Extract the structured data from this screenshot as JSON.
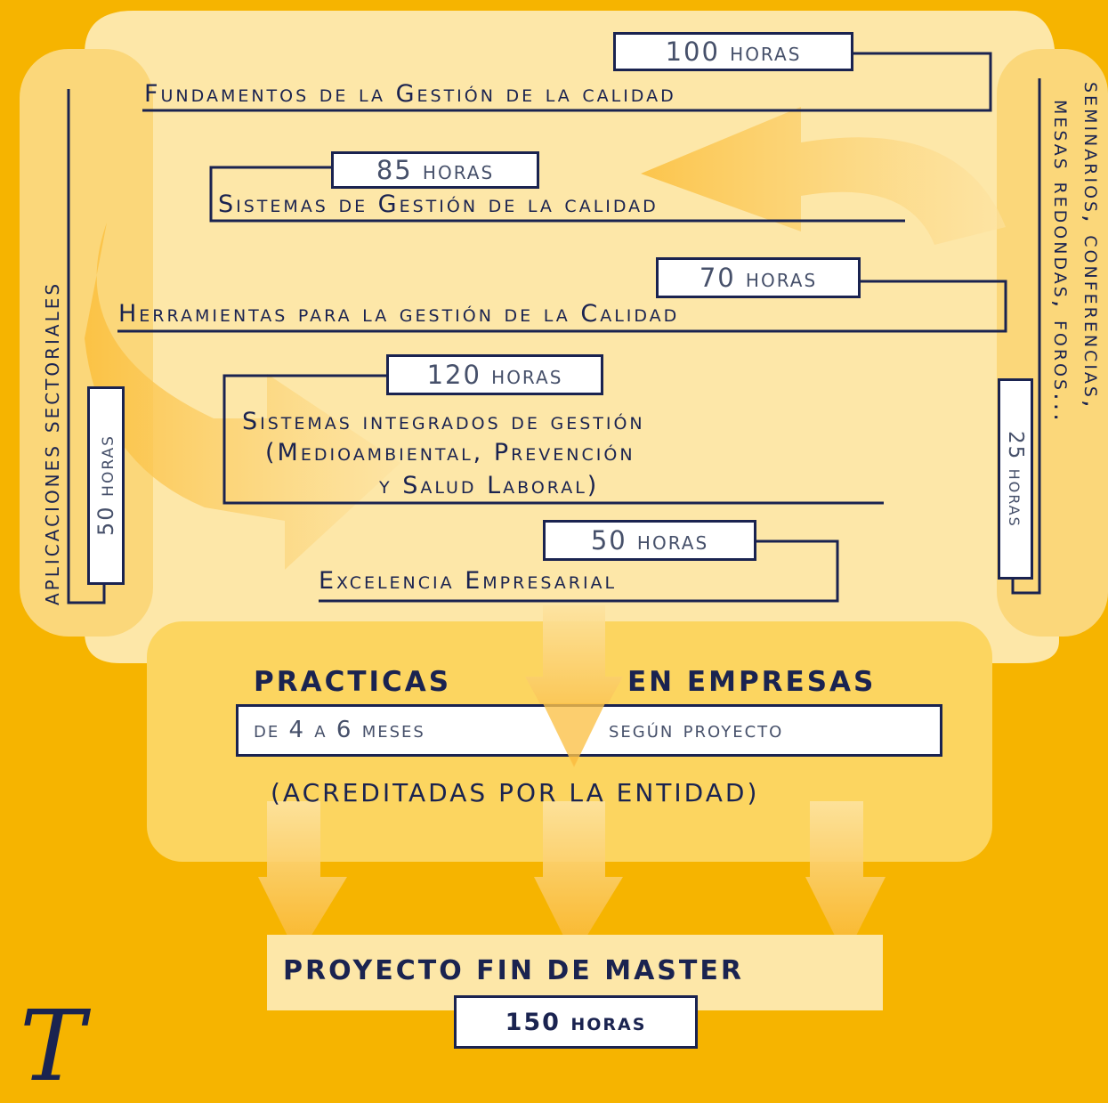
{
  "modules": [
    {
      "hours": "100 horas",
      "title": "Fundamentos de la Gestión de la calidad"
    },
    {
      "hours": "85 horas",
      "title": "Sistemas de Gestión de la calidad"
    },
    {
      "hours": "70 horas",
      "title": "Herramientas para la gestión de la Calidad"
    },
    {
      "hours": "120 horas",
      "title_lines": [
        "Sistemas integrados de gestión",
        "(Medioambiental, Prevención",
        "y Salud Laboral)"
      ]
    },
    {
      "hours": "50 horas",
      "title": "Excelencia Empresarial"
    }
  ],
  "left_side": {
    "title": "aplicaciones sectoriales",
    "hours": "50 horas"
  },
  "right_side": {
    "title": "seminarios, conferencias,",
    "title2": "mesas redondas, foros...",
    "hours": "25 horas"
  },
  "practicas": {
    "title_left": "PRACTICAS",
    "title_right": "EN EMPRESAS",
    "duration_left": "de 4 a 6 meses",
    "duration_right": "según proyecto",
    "note": "(ACREDITADAS POR LA ENTIDAD)"
  },
  "proyecto": {
    "title": "PROYECTO FIN DE MASTER",
    "hours": "150 horas"
  },
  "decor_letter": "T",
  "colors": {
    "background": "#f6b400",
    "panel": "#fde7a8",
    "navy": "#1a2350",
    "arrow": "#fbc24a"
  }
}
